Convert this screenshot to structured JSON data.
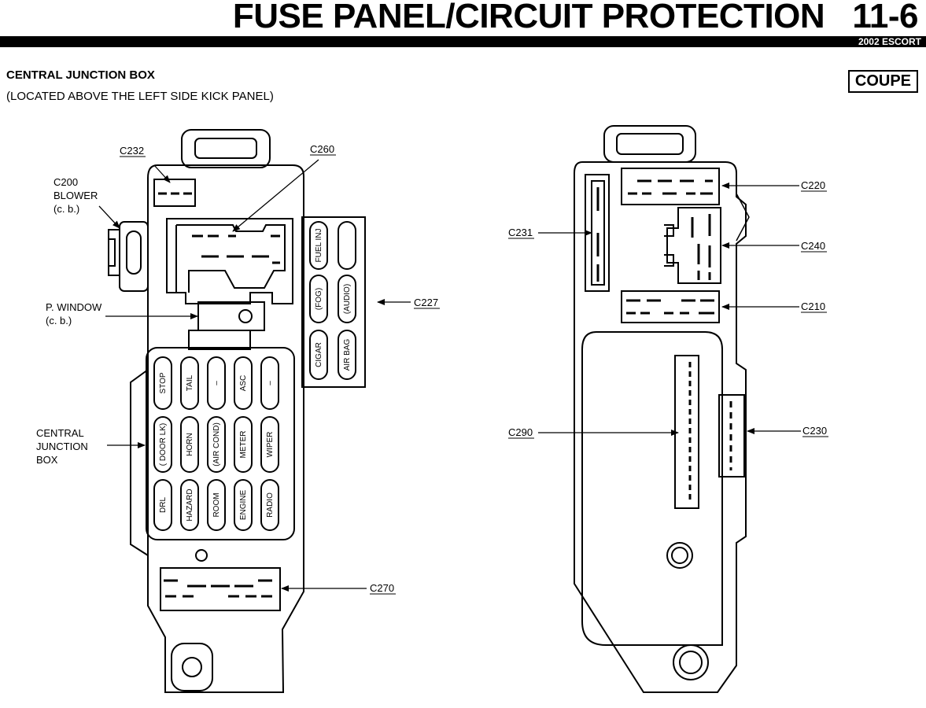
{
  "header": {
    "title": "FUSE PANEL/CIRCUIT PROTECTION",
    "page": "11-6",
    "model": "2002 ESCORT"
  },
  "section": {
    "title": "CENTRAL JUNCTION BOX",
    "subtitle": "(LOCATED ABOVE THE LEFT SIDE KICK PANEL)",
    "body_style": "COUPE"
  },
  "left_labels": {
    "c232": "C232",
    "c260": "C260",
    "c200_line1": "C200",
    "c200_line2": "BLOWER",
    "c200_line3": "(c. b.)",
    "pwindow_line1": "P. WINDOW",
    "pwindow_line2": "(c. b.)",
    "c227": "C227",
    "cjb_line1": "CENTRAL",
    "cjb_line2": "JUNCTION",
    "cjb_line3": "BOX",
    "c270": "C270"
  },
  "side_fuses": {
    "top": [
      "FUEL INJ",
      ""
    ],
    "middle": [
      "(FOG)",
      "(AUDIO)"
    ],
    "bottom": [
      "CIGAR",
      "AIR BAG"
    ]
  },
  "fuses": {
    "row1": [
      "STOP",
      "TAIL",
      "–",
      "ASC",
      "–"
    ],
    "row2": [
      "( DOOR LK)",
      "HORN",
      "(AIR COND)",
      "METER",
      "WIPER"
    ],
    "row3": [
      "DRL",
      "HAZARD",
      "ROOM",
      "ENGINE",
      "RADIO"
    ]
  },
  "right_labels": {
    "c231": "C231",
    "c220": "C220",
    "c240": "C240",
    "c210": "C210",
    "c290": "C290",
    "c230": "C230"
  }
}
